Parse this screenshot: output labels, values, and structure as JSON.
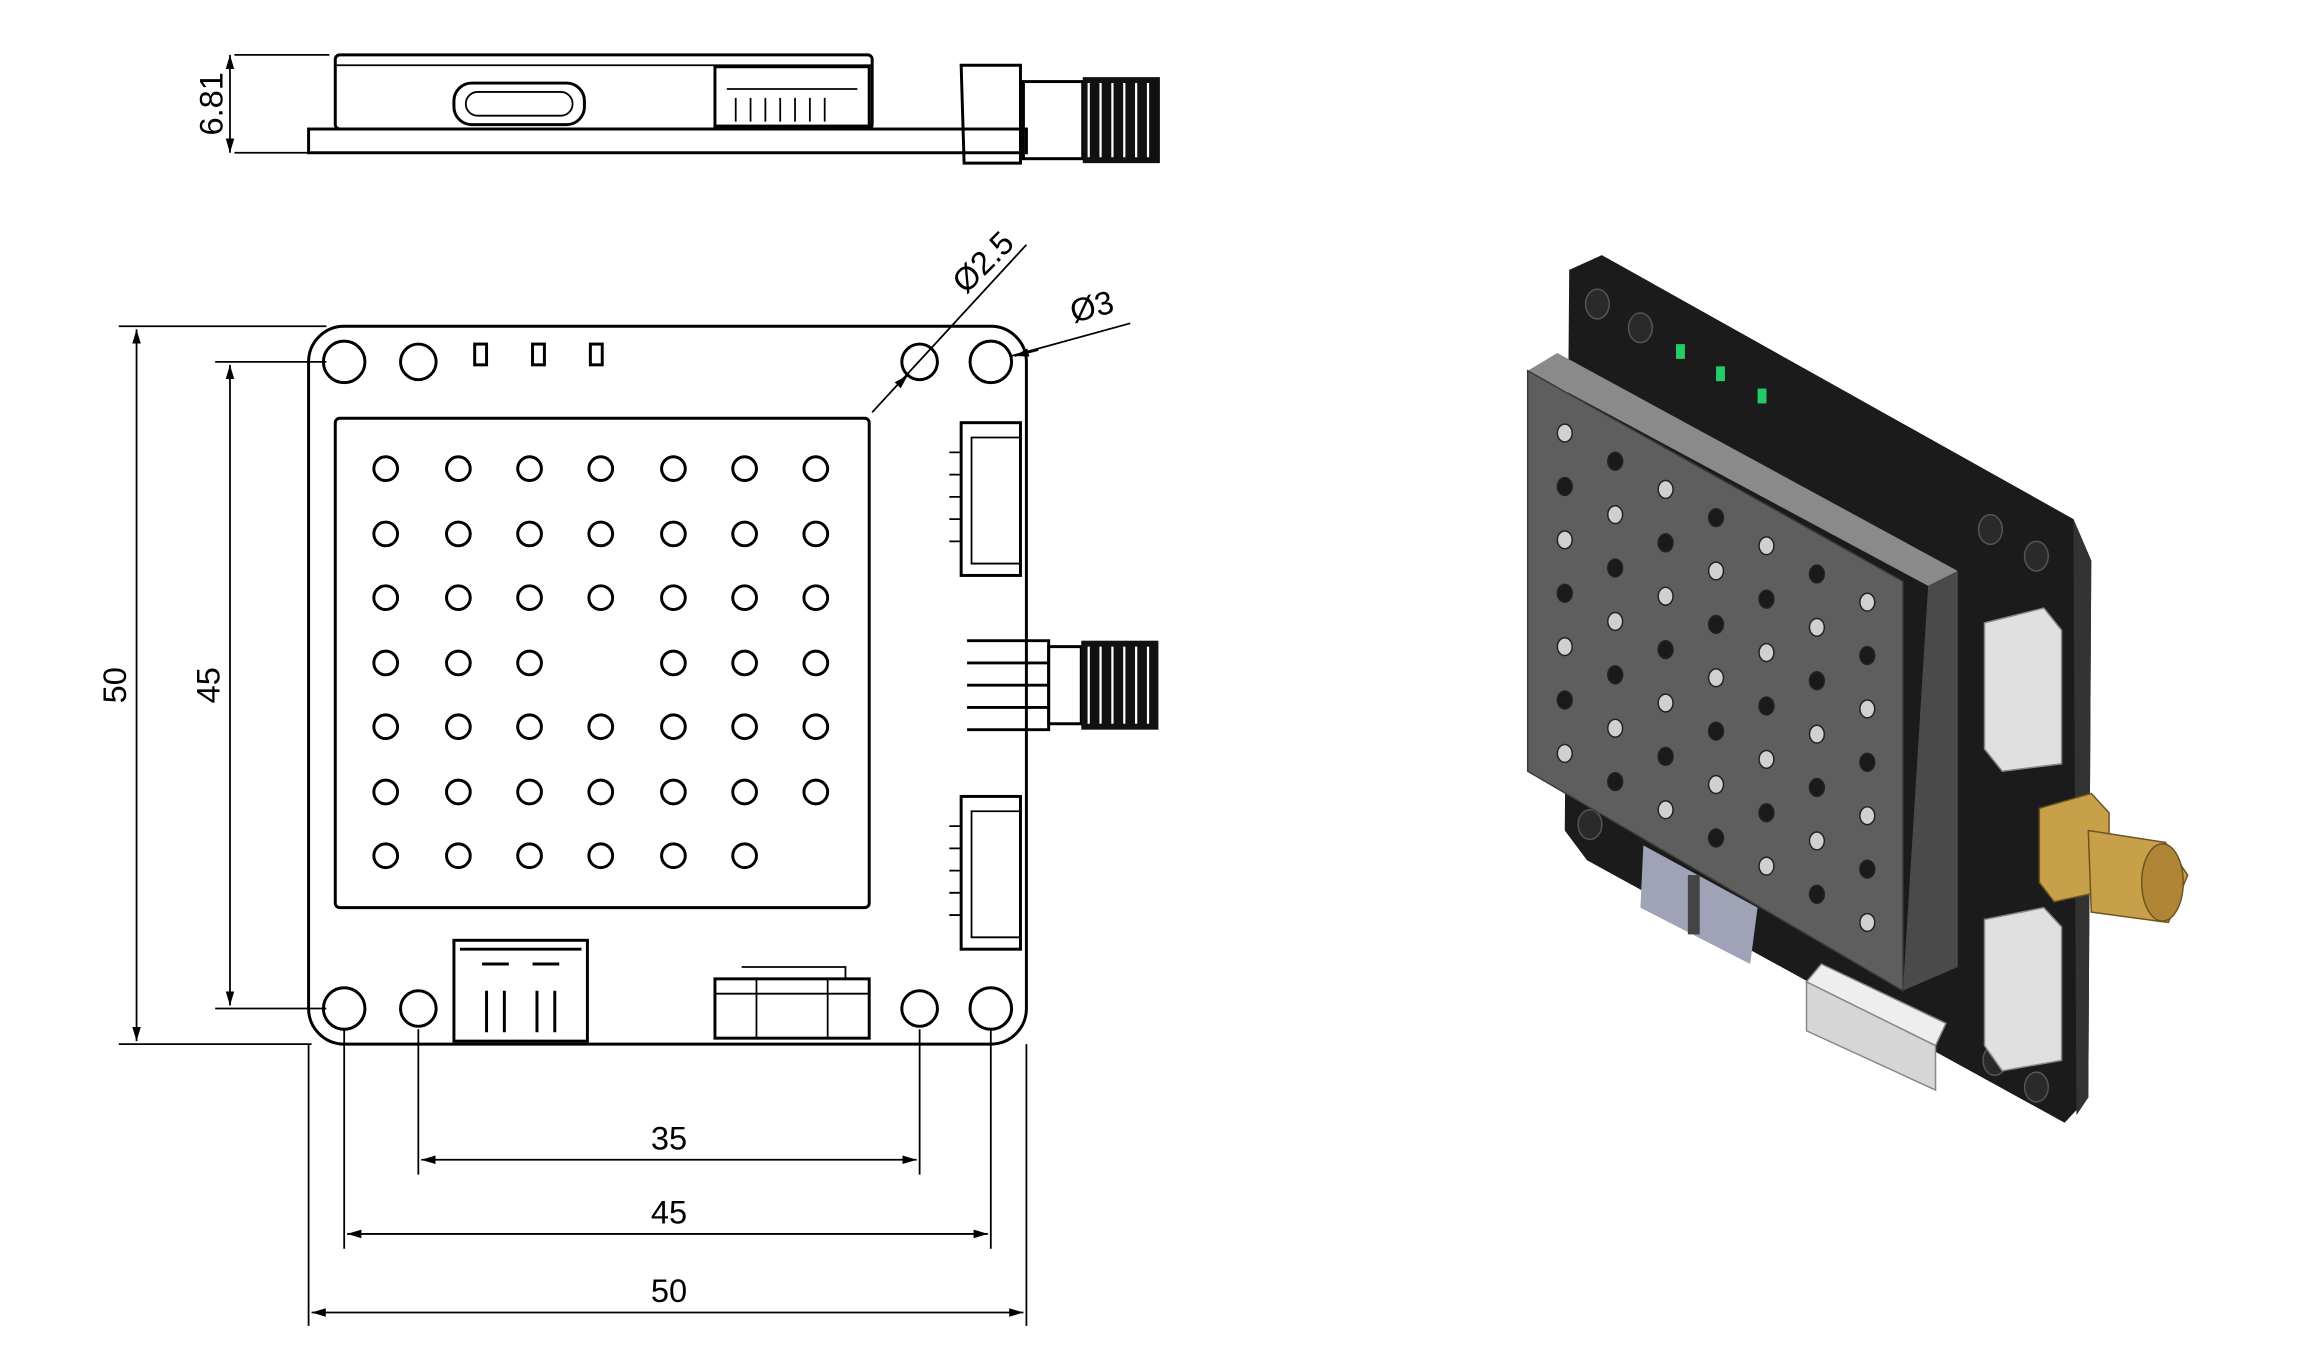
{
  "title": "Module mechanical drawing",
  "dimensions": {
    "side_height": "6.81",
    "hole_small_dia": "Ø2.5",
    "hole_large_dia": "Ø3",
    "board_height": "50",
    "hole_spacing_vertical": "45",
    "hole_spacing_inner_horizontal": "35",
    "hole_spacing_horizontal": "45",
    "board_width": "50"
  },
  "colors": {
    "pcb": "#1a1a1a",
    "shield": "#5a5a5a",
    "sma": "#c9a04a",
    "connector": "#d8d8d8"
  }
}
